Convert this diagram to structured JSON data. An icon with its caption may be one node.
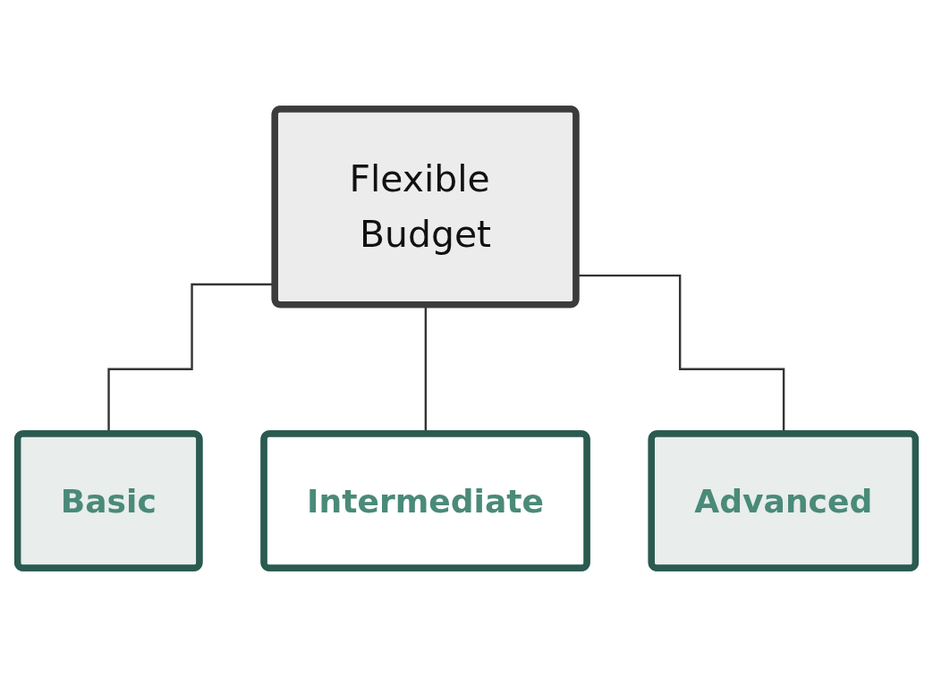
{
  "diagram": {
    "nodes": [
      {
        "text": [
          "Flexible Budget"
        ]
      },
      {
        "text": [
          "Basic"
        ]
      },
      {
        "text": [
          "Intermediate"
        ]
      },
      {
        "text": [
          "Advanced"
        ]
      }
    ],
    "edges": [
      {
        "from": 0,
        "to": 1,
        "arrow": "none"
      },
      {
        "from": 0,
        "to": 2,
        "arrow": "none"
      },
      {
        "from": 0,
        "to": 3,
        "arrow": "none"
      }
    ]
  }
}
